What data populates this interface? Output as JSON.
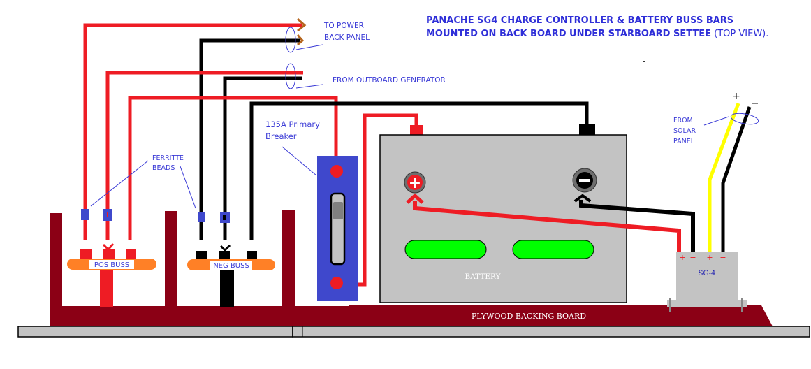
{
  "title": {
    "line1": "PANACHE SG4 CHARGE CONTROLLER & BATTERY BUSS BARS",
    "line2_bold": "MOUNTED ON BACK BOARD UNDER STARBOARD SETTEE",
    "line2_normal": " (TOP VIEW)."
  },
  "labels": {
    "to_power_1": "TO POWER",
    "to_power_2": "BACK PANEL",
    "from_outboard": "FROM OUTBOARD GENERATOR",
    "breaker_1": "135A Primary",
    "breaker_2": "Breaker",
    "ferrite_1": "FERRITTE",
    "ferrite_2": "BEADS",
    "pos_buss": "POS BUSS",
    "neg_buss": "NEG BUSS",
    "battery": "BATTERY",
    "backing_board": "PLYWOOD BACKING BOARD",
    "solar_1": "FROM",
    "solar_2": "SOLAR",
    "solar_3": "PANEL",
    "sg4": "SG-4",
    "sg4_terminals": [
      "+",
      "−",
      "+",
      "−"
    ],
    "solar_plus": "+",
    "solar_minus": "−",
    "batt_plus": "+",
    "batt_minus": "−"
  },
  "colors": {
    "positive_wire": "#ee1c24",
    "negative_wire": "#000000",
    "solar_positive": "#ffff00",
    "board": "#8b0015",
    "buss_bar": "#ff8026",
    "breaker": "#3f48cc",
    "battery_case": "#c3c3c3",
    "label_blue": "#3a3ad6",
    "bead": "#3f48cc",
    "indicator_green": "#00ff00"
  }
}
